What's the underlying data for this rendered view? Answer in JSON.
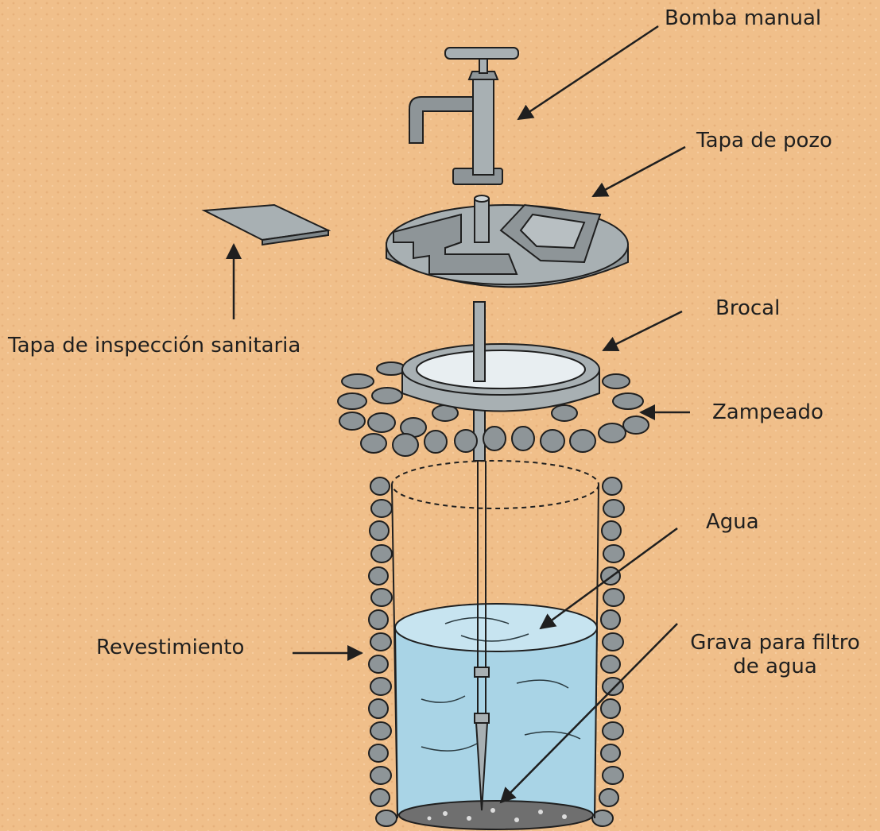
{
  "colors": {
    "background": "#f0bf8a",
    "water": "#a9d4e6",
    "stone": "#8e9598",
    "metal": "#a8b0b3",
    "line": "#1f1f1f"
  },
  "labels": {
    "pump": "Bomba manual",
    "well_cover": "Tapa de pozo",
    "inspection_cover": "Tapa de inspección sanitaria",
    "curb": "Brocal",
    "paving": "Zampeado",
    "water": "Agua",
    "lining": "Revestimiento",
    "gravel_line1": "Grava para filtro",
    "gravel_line2": "de agua"
  }
}
